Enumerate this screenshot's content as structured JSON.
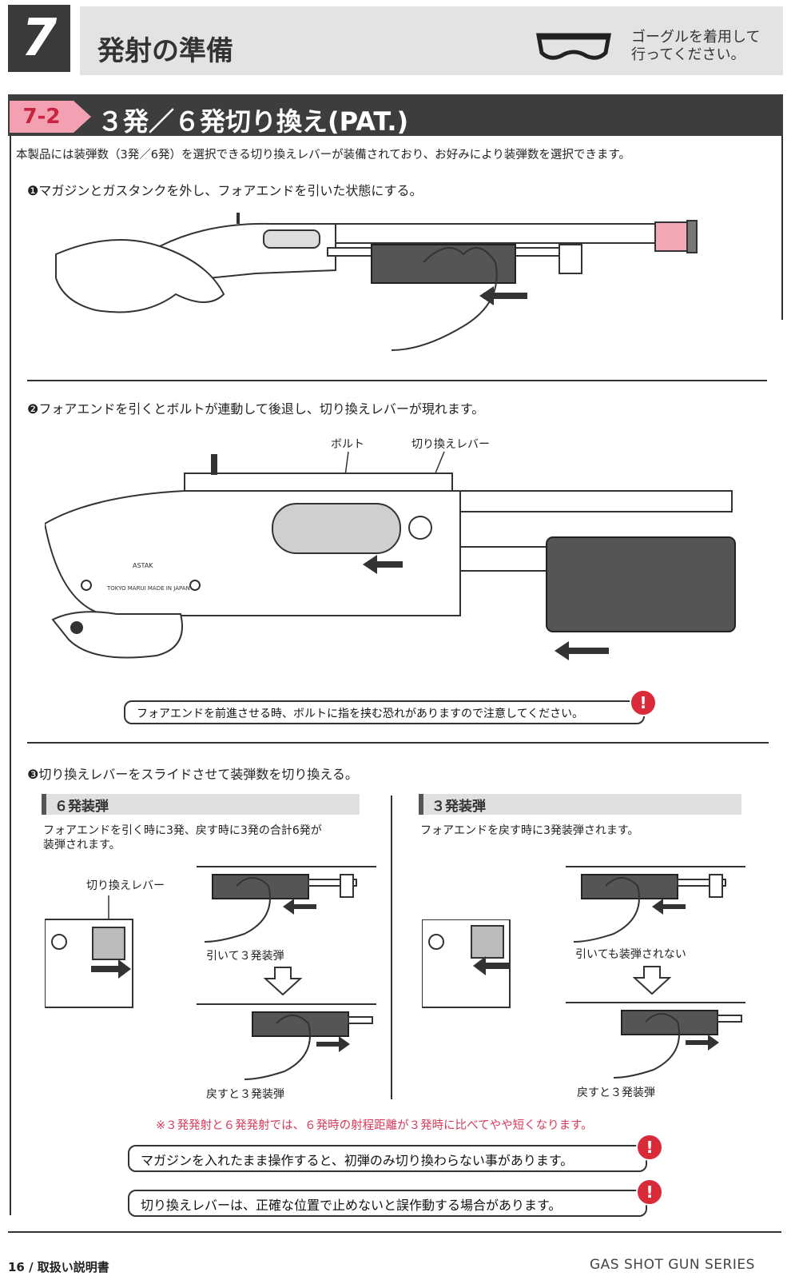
{
  "header": {
    "chapter_number": "7",
    "title": "発射の準備",
    "goggle_notice_line1": "ゴーグルを着用して",
    "goggle_notice_line2": "行ってください。"
  },
  "section": {
    "number": "7-2",
    "title": "３発／６発切り換え(PAT.)",
    "intro": "本製品には装弾数（3発／6発）を選択できる切り換えレバーが装備されており、お好みにより装弾数を選択できます。"
  },
  "steps": [
    {
      "text": "❶マガジンとガスタンクを外し、フォアエンドを引いた状態にする。"
    },
    {
      "text": "❷フォアエンドを引くとボルトが連動して後退し、切り換えレバーが現れます。"
    },
    {
      "text": "❸切り換えレバーをスライドさせて装弾数を切り換える。"
    }
  ],
  "callouts": {
    "bolt": "ボルト",
    "lever": "切り換えレバー",
    "lever_left": "切り換えレバー"
  },
  "receiver_markings": {
    "brand": "ASTAK",
    "maker": "TOKYO MARUI  MADE IN JAPAN"
  },
  "warnings": {
    "forend": "フォアエンドを前進させる時、ボルトに指を挟む恐れがありますので注意してください。",
    "magazine": "マガジンを入れたまま操作すると、初弾のみ切り換わらない事があります。",
    "lever": "切り換えレバーは、正確な位置で止めないと誤作動する場合があります。"
  },
  "mode6": {
    "heading": "６発装弾",
    "desc_line1": "フォアエンドを引く時に3発、戻す時に3発の合計6発が",
    "desc_line2": "装弾されます。",
    "pull_caption": "引いて３発装弾",
    "return_caption": "戻すと３発装弾"
  },
  "mode3": {
    "heading": "３発装弾",
    "desc": "フォアエンドを戻す時に3発装弾されます。",
    "pull_caption": "引いても装弾されない",
    "return_caption": "戻すと３発装弾"
  },
  "note": "※３発発射と６発発射では、６発時の射程距離が３発時に比べてやや短くなります。",
  "footer": {
    "page": "16 / 取扱い説明書",
    "series": "GAS SHOT GUN SERIES"
  },
  "colors": {
    "section_band": "#3d3d3d",
    "section_number_bg": "#f3a0b2",
    "warning_icon": "#d92a3a",
    "note_text": "#d63a5a"
  }
}
